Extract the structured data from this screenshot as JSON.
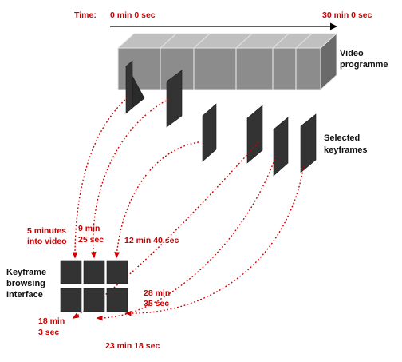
{
  "timeline": {
    "label": "Time:",
    "start": "0 min 0 sec",
    "end": "30 min 0 sec"
  },
  "labels": {
    "video_programme": [
      "Video",
      "programme"
    ],
    "selected_keyframes": [
      "Selected",
      "keyframes"
    ],
    "interface": [
      "Keyframe",
      "browsing",
      "Interface"
    ]
  },
  "time_annotations": {
    "five_minutes": [
      "5 minutes",
      "into video"
    ],
    "nine_min": [
      "9 min",
      "25 sec"
    ],
    "twelve_min": [
      "12 min 40 sec"
    ],
    "twenty_eight_min": [
      "28 min",
      "35 sec"
    ],
    "eighteen_min": [
      "18 min",
      "3 sec"
    ],
    "twenty_three_min": [
      "23 min 18 sec"
    ]
  },
  "grid": {
    "rows": 2,
    "cols": 3
  },
  "colors": {
    "accent_red": "#cc0000",
    "bar_top": "#c0c0c0",
    "bar_front": "#8c8c8c",
    "bar_side": "#6a6a6a",
    "keyframe": "#333333"
  }
}
